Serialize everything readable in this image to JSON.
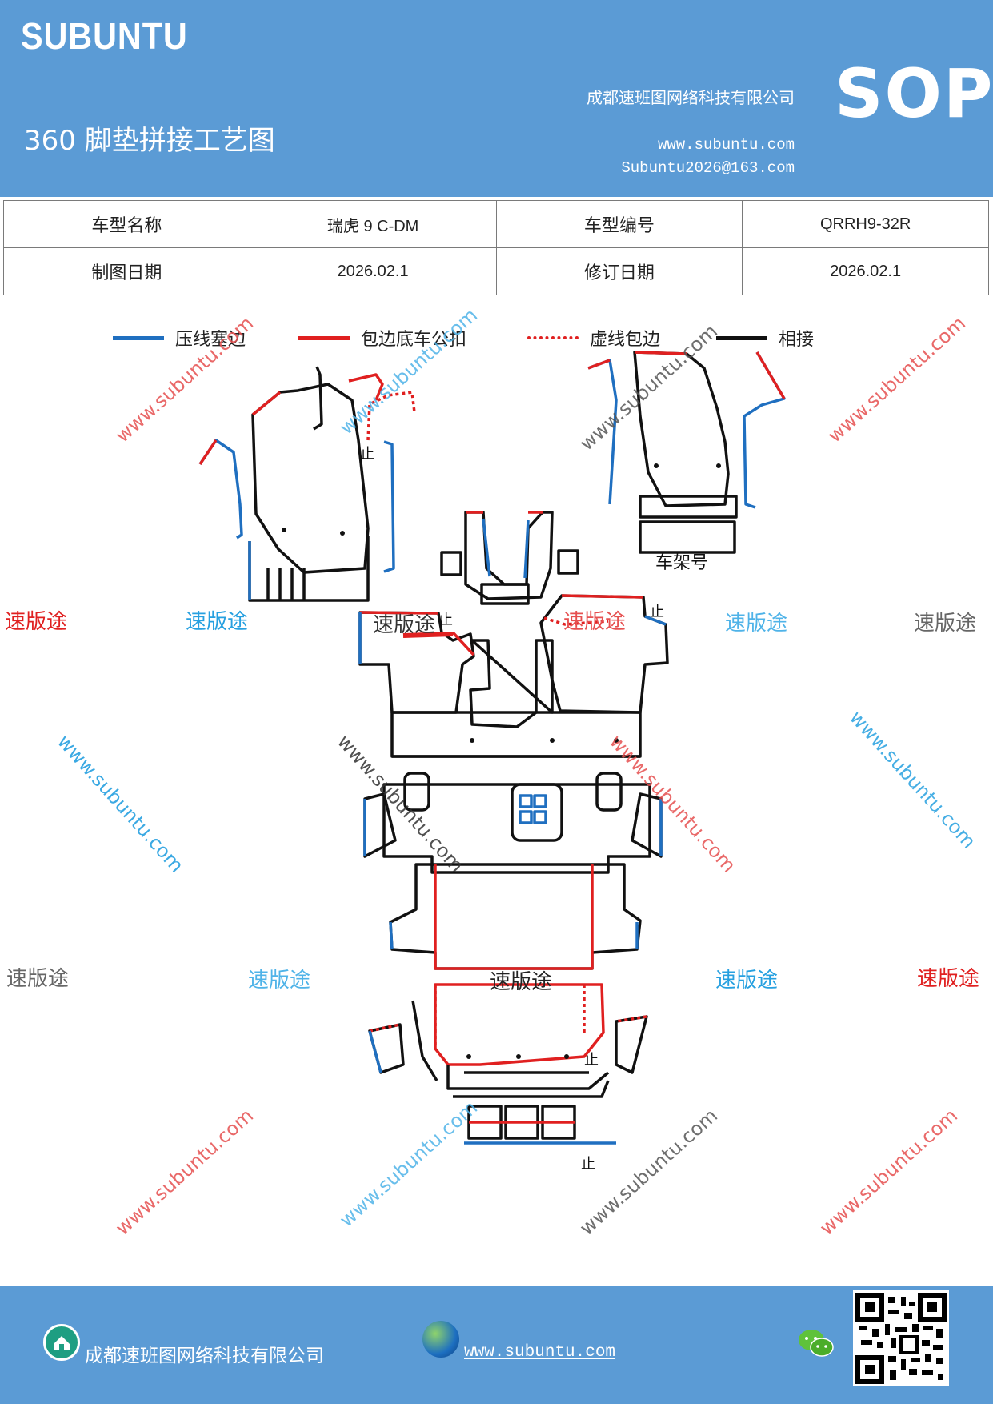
{
  "header": {
    "brand": "SUBUNTU",
    "title": "360 脚垫拼接工艺图",
    "company": "成都速班图网络科技有限公司",
    "website": "www.subuntu.com",
    "email": "Subuntu2026@163.com",
    "badge": "SOP"
  },
  "info_table": {
    "model_name_label": "车型名称",
    "model_name_value": "瑞虎 9 C-DM",
    "model_code_label": "车型编号",
    "model_code_value": "QRRH9-32R",
    "drawing_date_label": "制图日期",
    "drawing_date_value": "2026.02.1",
    "revision_date_label": "修订日期",
    "revision_date_value": "2026.02.1"
  },
  "legend": [
    {
      "label": "压线塞边",
      "color": "#1f6fc0",
      "style": "solid"
    },
    {
      "label": "包边底车公扣",
      "color": "#e02020",
      "style": "solid"
    },
    {
      "label": "虚线包边",
      "color": "#e02020",
      "style": "dotted"
    },
    {
      "label": "相接",
      "color": "#111111",
      "style": "solid"
    }
  ],
  "drawing": {
    "frame_label": "车架号",
    "stop_mark": "止"
  },
  "watermarks": {
    "brand_cn": "速版途",
    "brand_url": "www.subuntu.com"
  },
  "colors": {
    "header_bg": "#5b9bd5",
    "blue_line": "#1f6fc0",
    "red_line": "#e02020",
    "black_line": "#111111"
  },
  "footer": {
    "company": "成都速班图网络科技有限公司",
    "website": "www.subuntu.com",
    "icons": [
      "home-icon",
      "globe-icon",
      "wechat-icon",
      "qr-code"
    ]
  }
}
